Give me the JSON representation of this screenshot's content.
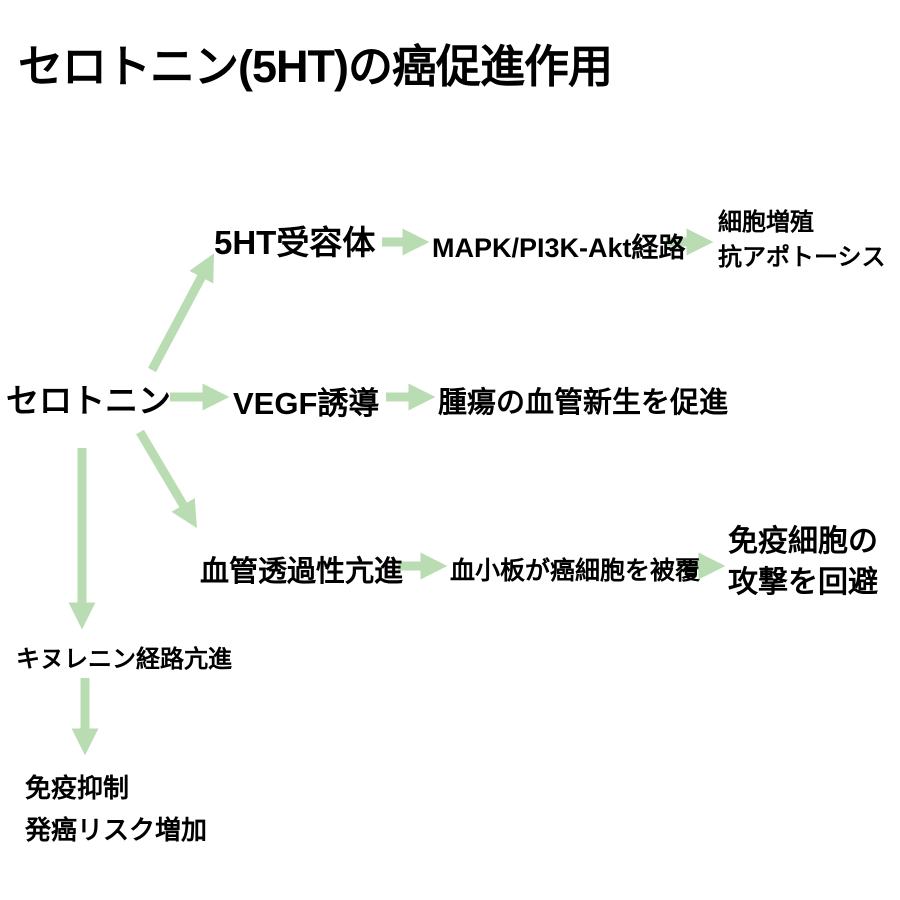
{
  "title": "セロトニン(5HT)の癌促進作用",
  "colors": {
    "arrow": "#b9dcb2",
    "text": "#000000",
    "background": "#ffffff"
  },
  "nodes": {
    "root": "セロトニン",
    "receptor": "5HT受容体",
    "mapk": "MAPK/PI3K-Akt経路",
    "proliferation": "細胞増殖\n抗アポトーシス",
    "vegf": "VEGF誘導",
    "angiogenesis": "腫瘍の血管新生を促進",
    "permeability": "血管透過性亢進",
    "platelet": "血小板が癌細胞を被覆",
    "immune_evasion": "免疫細胞の\n攻撃を回避",
    "kynurenine": "キヌレニン経路亢進",
    "immunosuppression": "免疫抑制\n発癌リスク増加"
  }
}
